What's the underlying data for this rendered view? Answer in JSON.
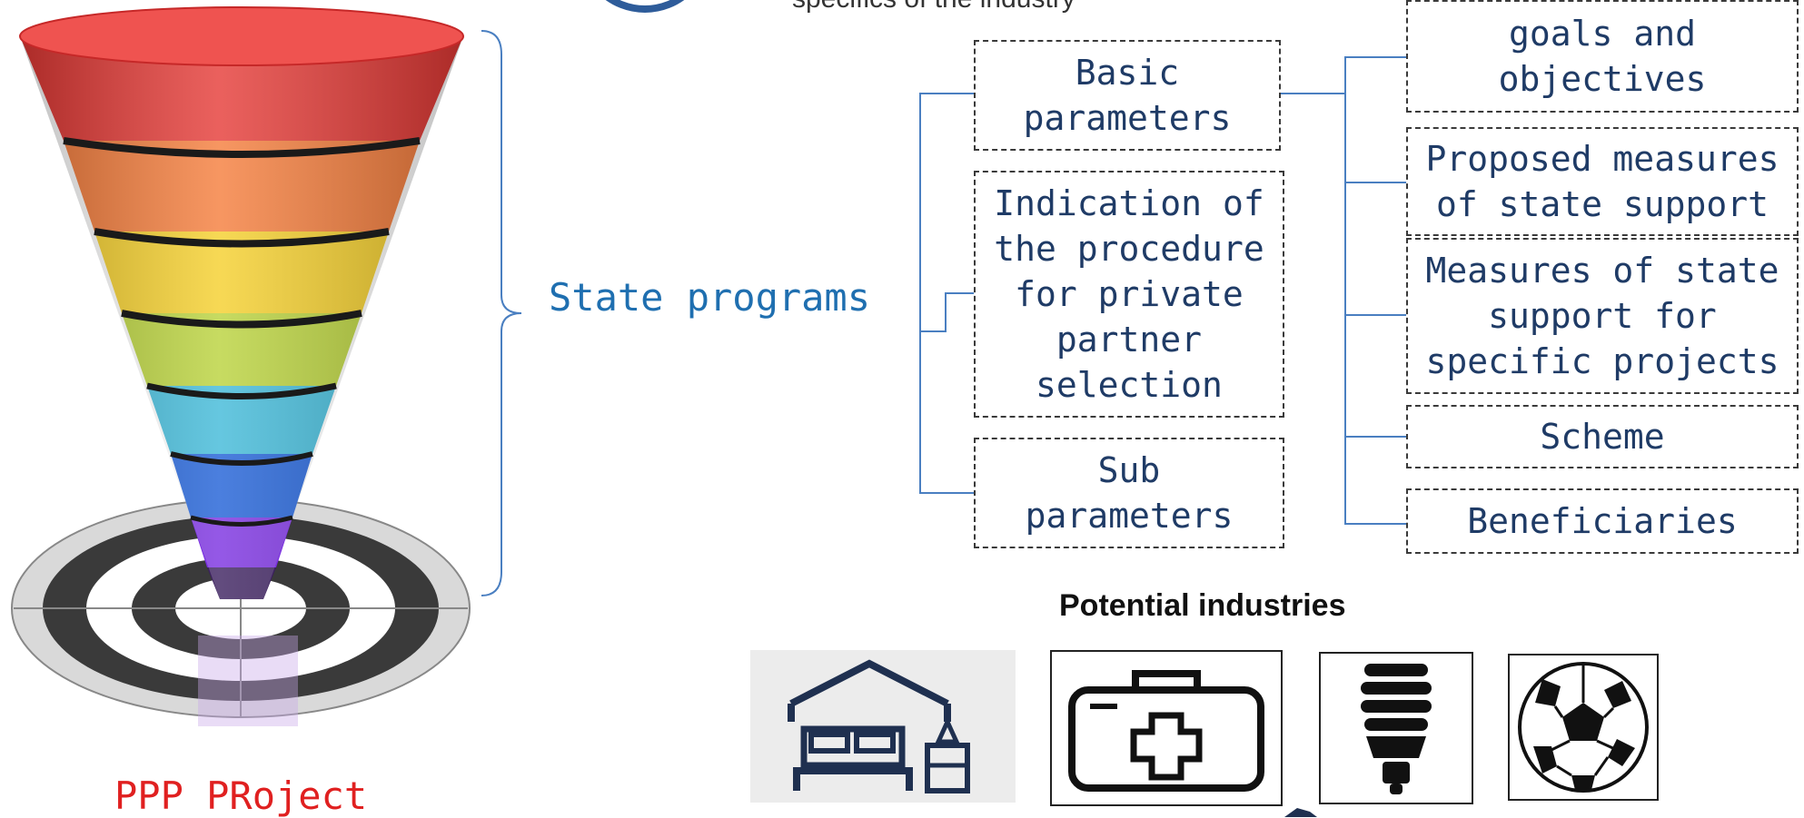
{
  "top_text": "specifics of the industry",
  "funnel_label": "PPP PRoject",
  "state_programs_label": "State programs",
  "middle_boxes": [
    "Basic\nparameters",
    "Indication of\nthe procedure\nfor private\npartner\nselection",
    "Sub\nparameters"
  ],
  "right_boxes": [
    "goals and\nobjectives",
    "Proposed measures\nof state support",
    "Measures of state\nsupport for\nspecific projects",
    "Scheme",
    "Beneficiaries"
  ],
  "potential_industries_label": "Potential industries",
  "industry_icons": [
    "hotel-bed-icon",
    "medical-kit-icon",
    "energy-bulb-icon",
    "soccer-ball-icon"
  ],
  "colors": {
    "box_text": "#1f3b66",
    "state_programs": "#1f6fb0",
    "ppp_label": "#e02020",
    "connector": "#4a7fc1"
  }
}
